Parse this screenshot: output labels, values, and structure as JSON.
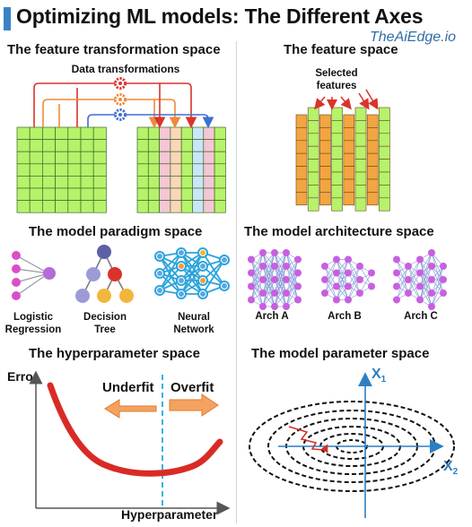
{
  "header": {
    "title": "Optimizing ML models: The Different Axes",
    "brand": "TheAiEdge.io",
    "accent_color": "#3b82c4"
  },
  "sections": {
    "feature_transformation": {
      "title": "The feature transformation space",
      "caption": "Data transformations",
      "icons": [
        "gear-icon",
        "gear-icon",
        "gear-icon"
      ],
      "colors": [
        "#d9342b",
        "#ef8a3c",
        "#3f6fd1"
      ]
    },
    "feature": {
      "title": "The feature space",
      "caption_line1": "Selected",
      "caption_line2": "features"
    },
    "model_paradigm": {
      "title": "The model paradigm space",
      "models": [
        {
          "line1": "Logistic",
          "line2": "Regression"
        },
        {
          "line1": "Decision",
          "line2": "Tree"
        },
        {
          "line1": "Neural",
          "line2": "Network"
        }
      ]
    },
    "model_architecture": {
      "title": "The model architecture space",
      "archs": [
        "Arch A",
        "Arch B",
        "Arch C"
      ]
    },
    "hyperparameter": {
      "title": "The hyperparameter space",
      "y_label": "Error",
      "x_label": "Hyperparameter",
      "left_arrow": "Underfit",
      "right_arrow": "Overfit"
    },
    "model_parameter": {
      "title": "The model parameter space",
      "axis1": "X",
      "axis1_sub": "1",
      "axis2": "X",
      "axis2_sub": "2"
    }
  },
  "colors": {
    "grid_green": "#b6f26a",
    "feature_orange": "#f2a541",
    "curve_red": "#d92b25",
    "arrow_orange": "#f4a261",
    "axis_blue": "#2b7fc4",
    "node_purple": "#c95fe0"
  }
}
